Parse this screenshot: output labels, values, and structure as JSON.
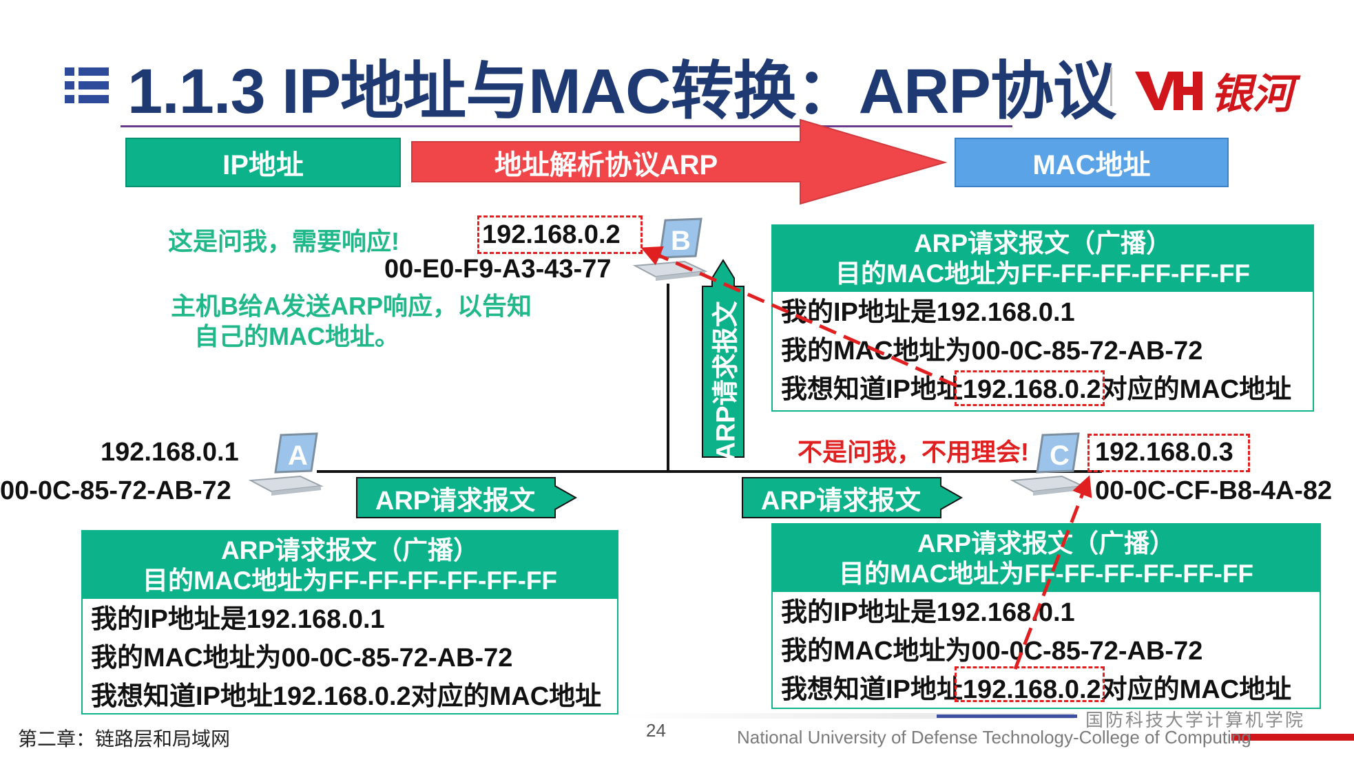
{
  "slide": {
    "title": "1.1.3 IP地址与MAC转换：ARP协议",
    "logo_text": "银河",
    "header": {
      "ip_label": "IP地址",
      "arp_label": "地址解析协议ARP",
      "mac_label": "MAC地址"
    },
    "host_a": {
      "letter": "A",
      "ip": "192.168.0.1",
      "mac": "00-0C-85-72-AB-72"
    },
    "host_b": {
      "letter": "B",
      "ip": "192.168.0.2",
      "mac": "00-E0-F9-A3-43-77",
      "note1": "这是问我，需要响应!",
      "note2_line1": "主机B给A发送ARP响应，以告知",
      "note2_line2": "自己的MAC地址。"
    },
    "host_c": {
      "letter": "C",
      "ip": "192.168.0.3",
      "mac": "00-0C-CF-B8-4A-82",
      "note": "不是问我，不用理会!"
    },
    "packet_label": "ARP请求报文",
    "message": {
      "head1": "ARP请求报文（广播）",
      "head2": "目的MAC地址为FF-FF-FF-FF-FF-FF",
      "line1": "我的IP地址是192.168.0.1",
      "line2": "我的MAC地址为00-0C-85-72-AB-72",
      "line3": "我想知道IP地址192.168.0.2对应的MAC地址"
    },
    "footer": {
      "chapter": "第二章：链路层和局域网",
      "page": "24",
      "institution_cn": "国防科技大学计算机学院",
      "institution_en": "National University of Defense Technology-College of Computing"
    },
    "colors": {
      "green": "#0bb28a",
      "red": "#f0464a",
      "blue": "#5aa3e6",
      "title": "#1f3a73",
      "dash": "#e02020"
    }
  }
}
